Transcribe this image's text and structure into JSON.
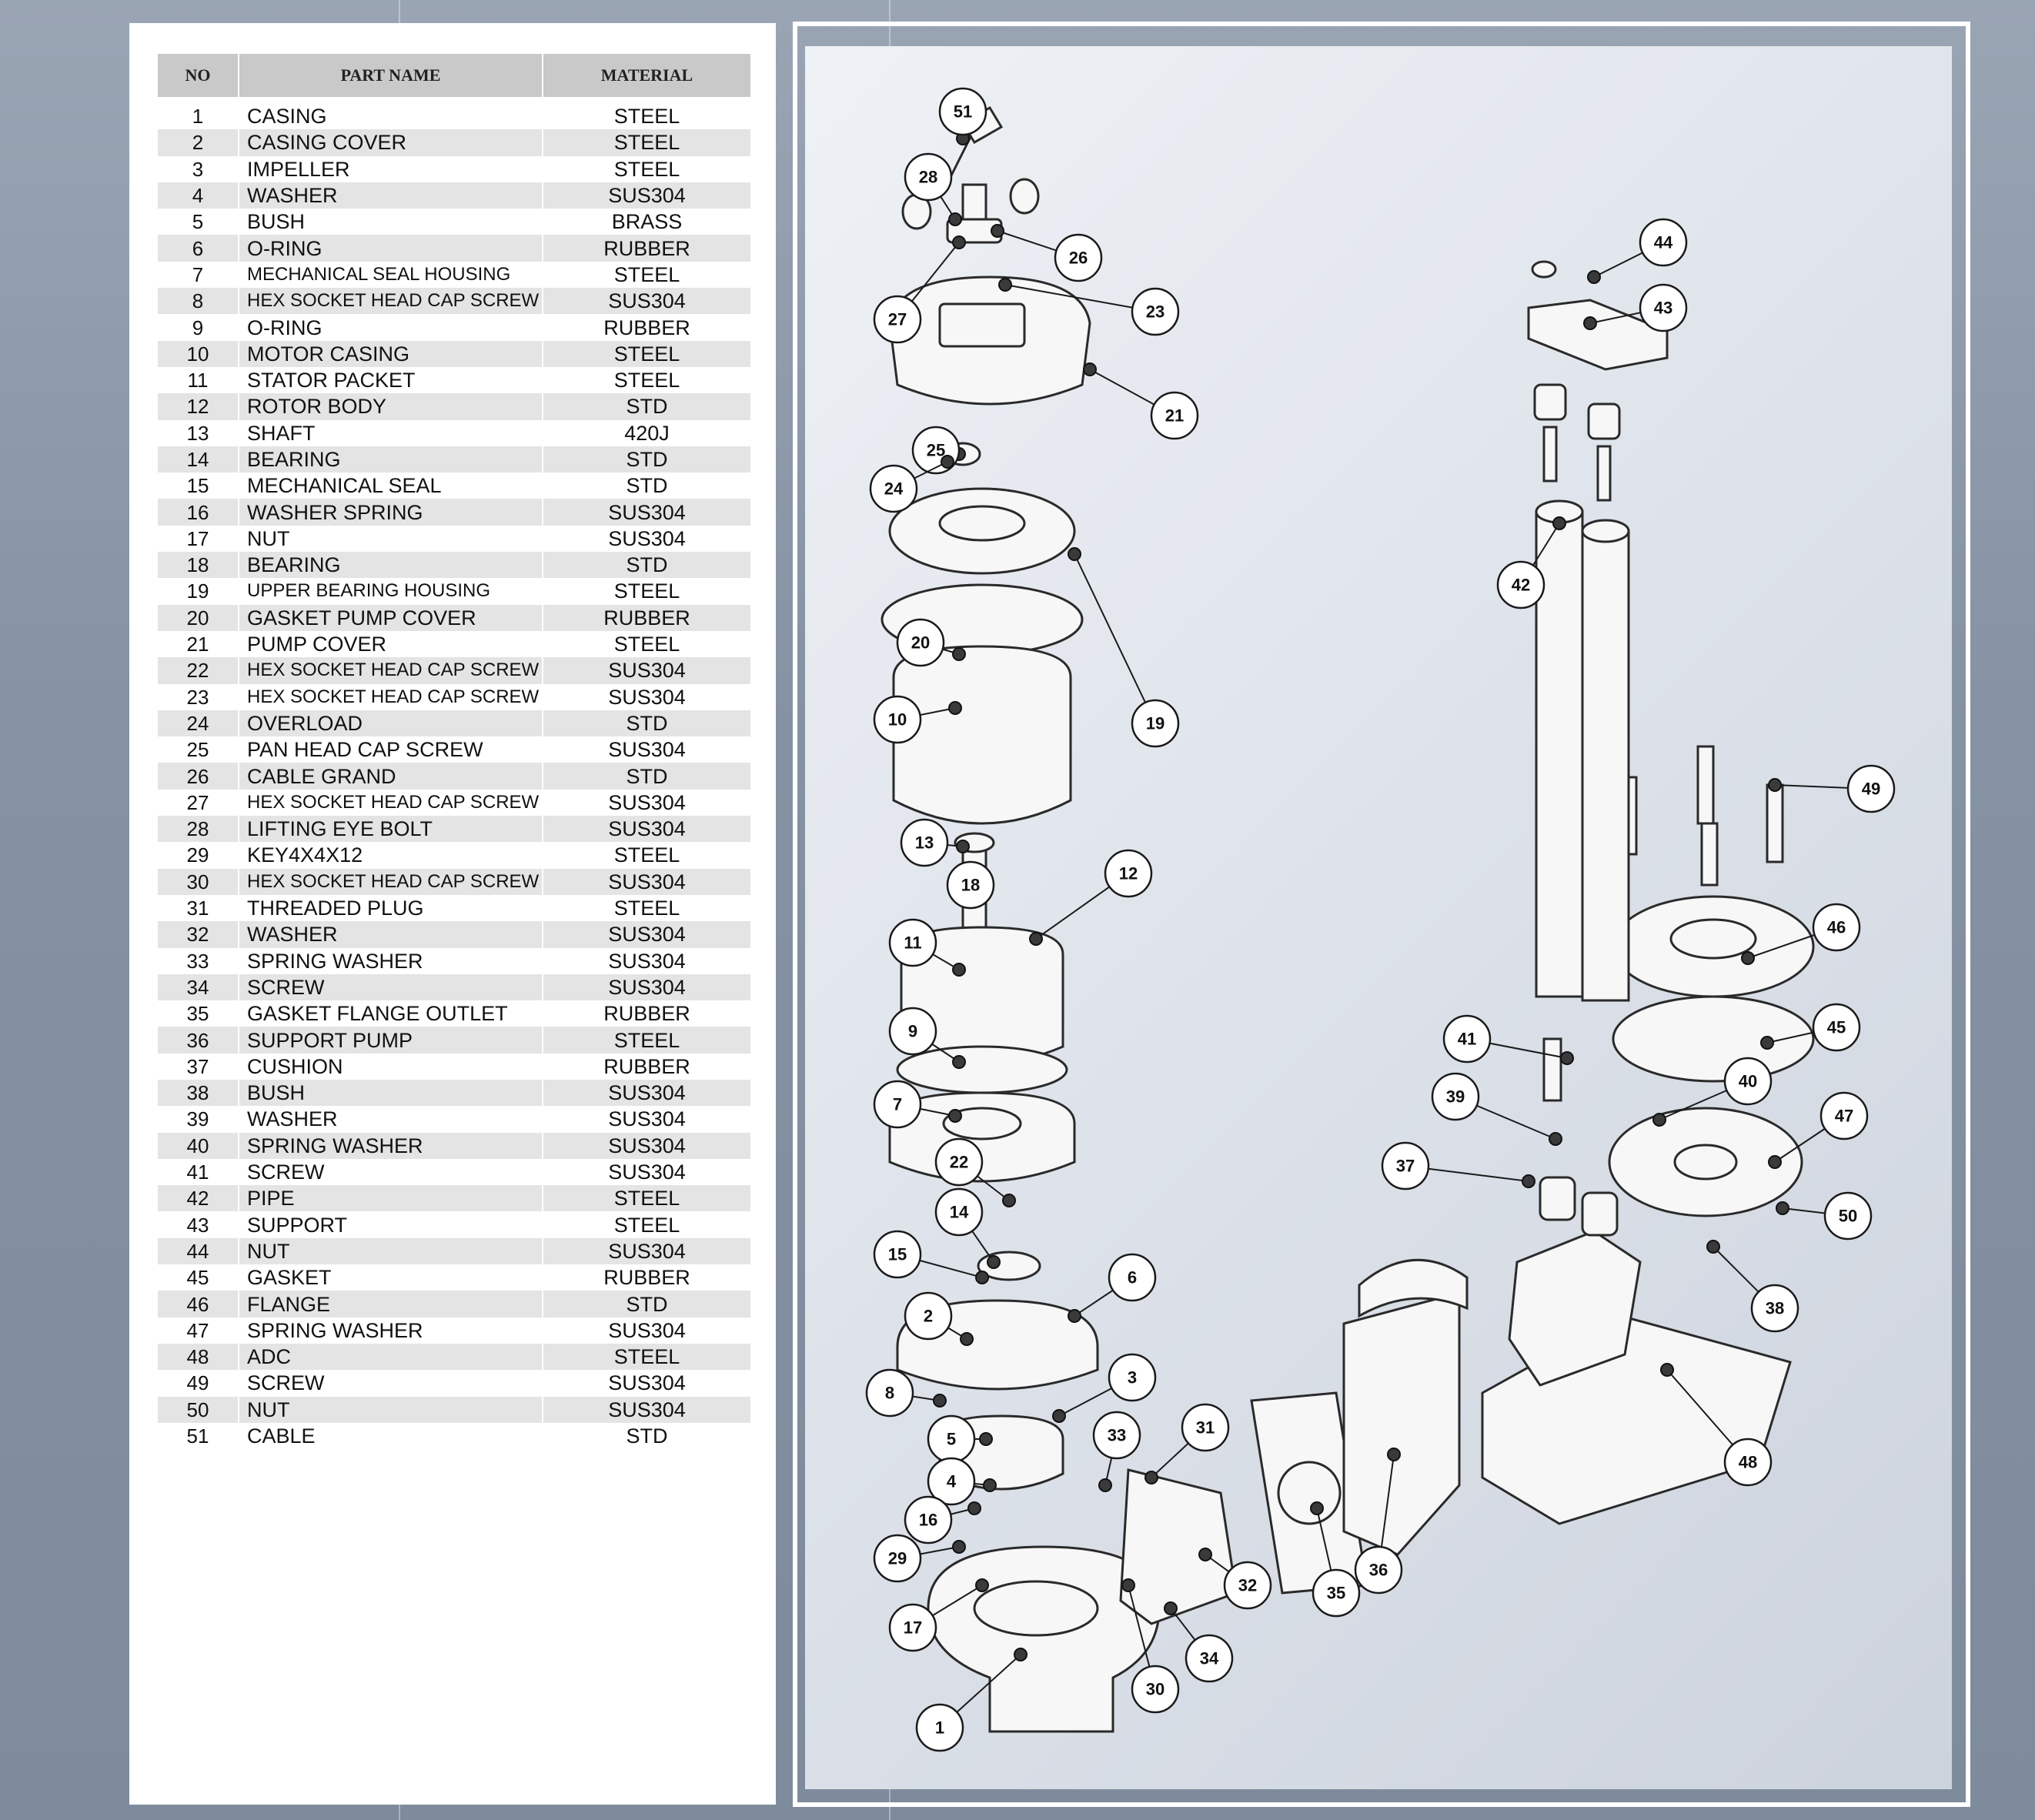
{
  "table": {
    "headers": {
      "no": "NO",
      "part_name": "PART NAME",
      "material": "MATERIAL"
    },
    "rows": [
      {
        "no": "1",
        "name": "CASING",
        "material": "STEEL"
      },
      {
        "no": "2",
        "name": "CASING COVER",
        "material": "STEEL"
      },
      {
        "no": "3",
        "name": "IMPELLER",
        "material": "STEEL"
      },
      {
        "no": "4",
        "name": "WASHER",
        "material": "SUS304"
      },
      {
        "no": "5",
        "name": "BUSH",
        "material": "BRASS"
      },
      {
        "no": "6",
        "name": "O-RING",
        "material": "RUBBER"
      },
      {
        "no": "7",
        "name": "MECHANICAL SEAL HOUSING",
        "material": "STEEL"
      },
      {
        "no": "8",
        "name": "HEX SOCKET HEAD CAP SCREW",
        "material": "SUS304"
      },
      {
        "no": "9",
        "name": "O-RING",
        "material": "RUBBER"
      },
      {
        "no": "10",
        "name": "MOTOR CASING",
        "material": "STEEL"
      },
      {
        "no": "11",
        "name": "STATOR PACKET",
        "material": "STEEL"
      },
      {
        "no": "12",
        "name": "ROTOR BODY",
        "material": "STD"
      },
      {
        "no": "13",
        "name": "SHAFT",
        "material": "420J"
      },
      {
        "no": "14",
        "name": "BEARING",
        "material": "STD"
      },
      {
        "no": "15",
        "name": "MECHANICAL SEAL",
        "material": "STD"
      },
      {
        "no": "16",
        "name": "WASHER SPRING",
        "material": "SUS304"
      },
      {
        "no": "17",
        "name": "NUT",
        "material": "SUS304"
      },
      {
        "no": "18",
        "name": "BEARING",
        "material": "STD"
      },
      {
        "no": "19",
        "name": "UPPER BEARING HOUSING",
        "material": "STEEL"
      },
      {
        "no": "20",
        "name": "GASKET PUMP COVER",
        "material": "RUBBER"
      },
      {
        "no": "21",
        "name": "PUMP COVER",
        "material": "STEEL"
      },
      {
        "no": "22",
        "name": "HEX SOCKET HEAD CAP SCREW",
        "material": "SUS304"
      },
      {
        "no": "23",
        "name": "HEX SOCKET HEAD CAP SCREW",
        "material": "SUS304"
      },
      {
        "no": "24",
        "name": "OVERLOAD",
        "material": "STD"
      },
      {
        "no": "25",
        "name": "PAN HEAD CAP SCREW",
        "material": "SUS304"
      },
      {
        "no": "26",
        "name": "CABLE GRAND",
        "material": "STD"
      },
      {
        "no": "27",
        "name": "HEX SOCKET HEAD CAP SCREW",
        "material": "SUS304"
      },
      {
        "no": "28",
        "name": "LIFTING EYE BOLT",
        "material": "SUS304"
      },
      {
        "no": "29",
        "name": "KEY4X4X12",
        "material": "STEEL"
      },
      {
        "no": "30",
        "name": "HEX SOCKET HEAD CAP SCREW",
        "material": "SUS304"
      },
      {
        "no": "31",
        "name": "THREADED PLUG",
        "material": "STEEL"
      },
      {
        "no": "32",
        "name": "WASHER",
        "material": "SUS304"
      },
      {
        "no": "33",
        "name": "SPRING WASHER",
        "material": "SUS304"
      },
      {
        "no": "34",
        "name": "SCREW",
        "material": "SUS304"
      },
      {
        "no": "35",
        "name": "GASKET FLANGE OUTLET",
        "material": "RUBBER"
      },
      {
        "no": "36",
        "name": "SUPPORT PUMP",
        "material": "STEEL"
      },
      {
        "no": "37",
        "name": "CUSHION",
        "material": "RUBBER"
      },
      {
        "no": "38",
        "name": "BUSH",
        "material": "SUS304"
      },
      {
        "no": "39",
        "name": "WASHER",
        "material": "SUS304"
      },
      {
        "no": "40",
        "name": "SPRING WASHER",
        "material": "SUS304"
      },
      {
        "no": "41",
        "name": "SCREW",
        "material": "SUS304"
      },
      {
        "no": "42",
        "name": "PIPE",
        "material": "STEEL"
      },
      {
        "no": "43",
        "name": "SUPPORT",
        "material": "STEEL"
      },
      {
        "no": "44",
        "name": "NUT",
        "material": "SUS304"
      },
      {
        "no": "45",
        "name": "GASKET",
        "material": "RUBBER"
      },
      {
        "no": "46",
        "name": "FLANGE",
        "material": "STD"
      },
      {
        "no": "47",
        "name": "SPRING WASHER",
        "material": "SUS304"
      },
      {
        "no": "48",
        "name": "ADC",
        "material": "STEEL"
      },
      {
        "no": "49",
        "name": "SCREW",
        "material": "SUS304"
      },
      {
        "no": "50",
        "name": "NUT",
        "material": "SUS304"
      },
      {
        "no": "51",
        "name": "CABLE",
        "material": "STD"
      }
    ]
  },
  "diagram": {
    "callouts": [
      "51",
      "28",
      "26",
      "27",
      "23",
      "21",
      "25",
      "24",
      "20",
      "10",
      "19",
      "13",
      "18",
      "12",
      "11",
      "9",
      "7",
      "22",
      "14",
      "15",
      "6",
      "2",
      "8",
      "3",
      "5",
      "33",
      "31",
      "4",
      "16",
      "29",
      "17",
      "32",
      "30",
      "34",
      "1",
      "44",
      "43",
      "42",
      "49",
      "46",
      "41",
      "45",
      "40",
      "39",
      "47",
      "37",
      "50",
      "38",
      "48",
      "35",
      "36"
    ]
  }
}
